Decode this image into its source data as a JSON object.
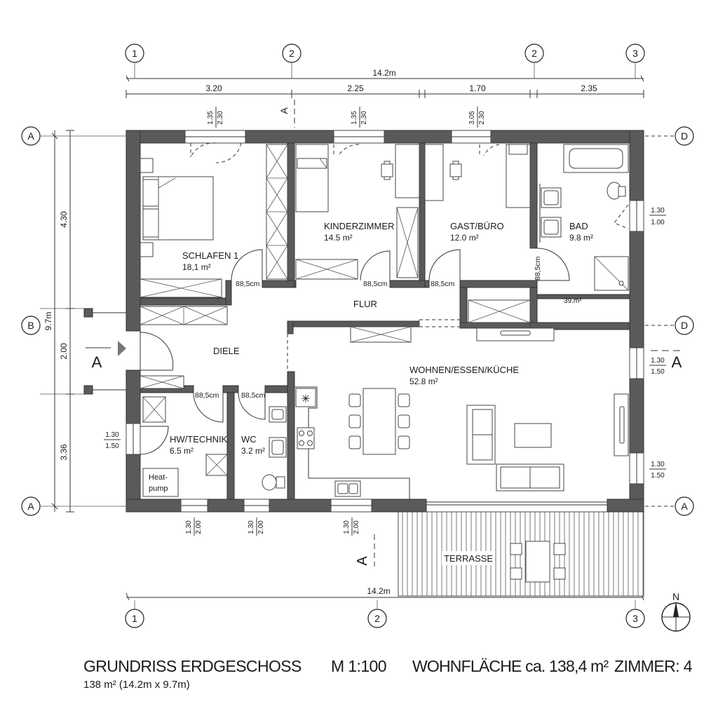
{
  "axes": {
    "top": [
      "1",
      "2",
      "2",
      "3"
    ],
    "bottom": [
      "1",
      "2",
      "3"
    ],
    "left": [
      "A",
      "B",
      "A"
    ],
    "right": [
      "D",
      "D",
      "A"
    ]
  },
  "dimensions": {
    "total_top": "14.2m",
    "total_bottom": "14.2m",
    "segments_top": [
      "3.20",
      "2.25",
      "1.70",
      "2.35"
    ],
    "total_left": "9.7m",
    "segments_left": [
      "4.30",
      "2.00",
      "3.36"
    ]
  },
  "windows": {
    "top": [
      {
        "top": "1.35",
        "bottom": "2.30"
      },
      {
        "top": "1.35",
        "bottom": "2.30"
      },
      {
        "top": "3.05",
        "bottom": "2.30"
      }
    ],
    "right": [
      {
        "top": "1.30",
        "bottom": "1.00"
      },
      {
        "top": "1.30",
        "bottom": "1.50"
      },
      {
        "top": "1.30",
        "bottom": "1.50"
      }
    ],
    "left": [
      {
        "top": "1.30",
        "bottom": "1.50"
      }
    ],
    "bottom": [
      {
        "top": "1.30",
        "bottom": "2.00"
      },
      {
        "top": "1.30",
        "bottom": "2.00"
      },
      {
        "top": "1.30",
        "bottom": "2.00"
      }
    ]
  },
  "rooms": {
    "schlafen": {
      "name": "SCHLAFEN 1",
      "area": "18,1 m²"
    },
    "kinder": {
      "name": "KINDERZIMMER",
      "area": "14.5 m²"
    },
    "gast": {
      "name": "GAST/BÜRO",
      "area": "12.0 m²"
    },
    "bad": {
      "name": "BAD",
      "area": "9.8 m²"
    },
    "flur": {
      "name": "FLUR"
    },
    "diele": {
      "name": "DIELE"
    },
    "wohnen": {
      "name": "WOHNEN/ESSEN/KÜCHE",
      "area": "52.8 m²"
    },
    "hw": {
      "name": "HW/TECHNIK",
      "area": "6.5 m²"
    },
    "wc": {
      "name": "WC",
      "area": "3.2 m²"
    },
    "terrasse": {
      "name": "TERRASSE"
    },
    "small_area": "39.m²",
    "heatpump_l1": "Heat-",
    "heatpump_l2": "pump"
  },
  "doors": {
    "schlafen": "88,5cm",
    "kinder": "88,5cm",
    "gast": "88,5cm",
    "bad": "88,5cm",
    "hw": "88,5cm",
    "wc": "88,5cm"
  },
  "section_label": "A",
  "north": "N",
  "footer": {
    "title": "GRUNDRISS ERDGESCHOSS",
    "subtitle": "138 m² (14.2m x 9.7m)",
    "scale": "M 1:100",
    "area": "WOHNFLÄCHE ca. 138,4 m²",
    "rooms": "ZIMMER: 4"
  }
}
